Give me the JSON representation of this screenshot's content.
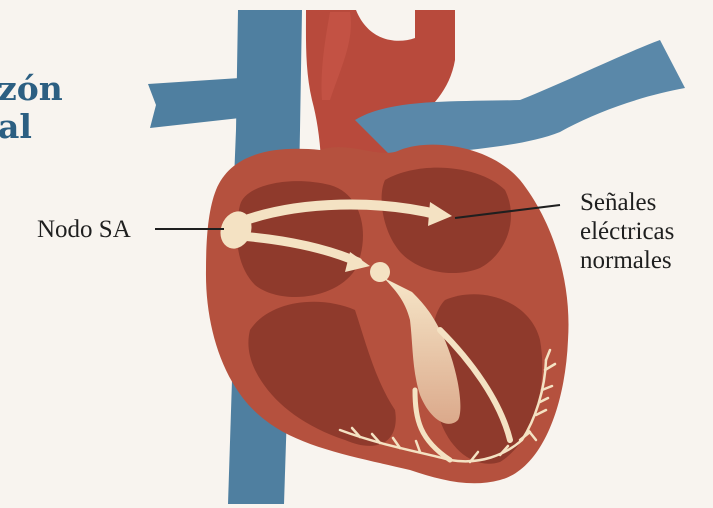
{
  "title": {
    "line1": "zón",
    "line2": "al"
  },
  "labels": {
    "sa_node": "Nodo SA",
    "signals_line1": "Señales",
    "signals_line2": "eléctricas",
    "signals_line3": "normales"
  },
  "colors": {
    "background": "#f8f4ef",
    "title": "#2c5f82",
    "vein": "#4f7fa0",
    "artery": "#b84a3c",
    "heart_outer": "#b5513e",
    "heart_chamber": "#8f3a2c",
    "conduction": "#f4e2c3"
  }
}
